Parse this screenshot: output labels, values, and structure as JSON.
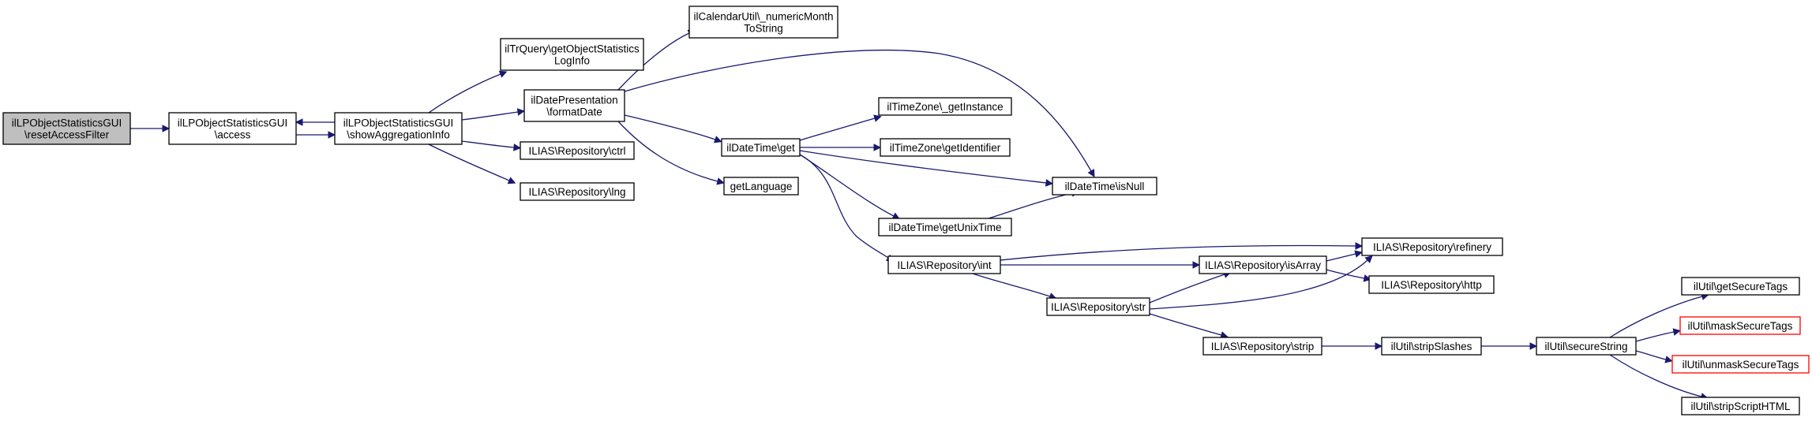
{
  "diagram": {
    "type": "call-graph",
    "colors": {
      "edge": "#191970",
      "highlight_fill": "#bfbfbf",
      "truncated_border": "#ff0000",
      "border": "#000000"
    },
    "nodes": [
      {
        "id": "resetAccessFilter",
        "lines": [
          "ilLPObjectStatisticsGUI",
          "\\resetAccessFilter"
        ],
        "style": "highlight"
      },
      {
        "id": "access",
        "lines": [
          "ilLPObjectStatisticsGUI",
          "\\access"
        ]
      },
      {
        "id": "showAggregationInfo",
        "lines": [
          "ilLPObjectStatisticsGUI",
          "\\showAggregationInfo"
        ]
      },
      {
        "id": "getObjectStatisticsLogInfo",
        "lines": [
          "ilTrQuery\\getObjectStatistics",
          "LogInfo"
        ]
      },
      {
        "id": "formatDate",
        "lines": [
          "ilDatePresentation",
          "\\formatDate"
        ]
      },
      {
        "id": "ctrl",
        "lines": [
          "ILIAS\\Repository\\ctrl"
        ]
      },
      {
        "id": "lng",
        "lines": [
          "ILIAS\\Repository\\lng"
        ]
      },
      {
        "id": "numericMonthToString",
        "lines": [
          "ilCalendarUtil\\_numericMonth",
          "ToString"
        ]
      },
      {
        "id": "dateTimeGet",
        "lines": [
          "ilDateTime\\get"
        ]
      },
      {
        "id": "getLanguage",
        "lines": [
          "getLanguage"
        ]
      },
      {
        "id": "getInstance",
        "lines": [
          "ilTimeZone\\_getInstance"
        ]
      },
      {
        "id": "getIdentifier",
        "lines": [
          "ilTimeZone\\getIdentifier"
        ]
      },
      {
        "id": "isNull",
        "lines": [
          "ilDateTime\\isNull"
        ]
      },
      {
        "id": "getUnixTime",
        "lines": [
          "ilDateTime\\getUnixTime"
        ]
      },
      {
        "id": "int",
        "lines": [
          "ILIAS\\Repository\\int"
        ]
      },
      {
        "id": "refinery",
        "lines": [
          "ILIAS\\Repository\\refinery"
        ]
      },
      {
        "id": "isArray",
        "lines": [
          "ILIAS\\Repository\\isArray"
        ]
      },
      {
        "id": "str",
        "lines": [
          "ILIAS\\Repository\\str"
        ]
      },
      {
        "id": "http",
        "lines": [
          "ILIAS\\Repository\\http"
        ]
      },
      {
        "id": "strip",
        "lines": [
          "ILIAS\\Repository\\strip"
        ]
      },
      {
        "id": "stripSlashes",
        "lines": [
          "ilUtil\\stripSlashes"
        ]
      },
      {
        "id": "secureString",
        "lines": [
          "ilUtil\\secureString"
        ]
      },
      {
        "id": "getSecureTags",
        "lines": [
          "ilUtil\\getSecureTags"
        ]
      },
      {
        "id": "maskSecureTags",
        "lines": [
          "ilUtil\\maskSecureTags"
        ],
        "style": "truncated"
      },
      {
        "id": "unmaskSecureTags",
        "lines": [
          "ilUtil\\unmaskSecureTags"
        ],
        "style": "truncated"
      },
      {
        "id": "stripScriptHTML",
        "lines": [
          "ilUtil\\stripScriptHTML"
        ]
      }
    ],
    "edges": [
      {
        "from": "resetAccessFilter",
        "to": "access"
      },
      {
        "from": "access",
        "to": "showAggregationInfo"
      },
      {
        "from": "showAggregationInfo",
        "to": "access"
      },
      {
        "from": "showAggregationInfo",
        "to": "getObjectStatisticsLogInfo"
      },
      {
        "from": "showAggregationInfo",
        "to": "formatDate"
      },
      {
        "from": "showAggregationInfo",
        "to": "ctrl"
      },
      {
        "from": "showAggregationInfo",
        "to": "lng"
      },
      {
        "from": "formatDate",
        "to": "numericMonthToString"
      },
      {
        "from": "formatDate",
        "to": "isNull"
      },
      {
        "from": "formatDate",
        "to": "dateTimeGet"
      },
      {
        "from": "formatDate",
        "to": "getLanguage"
      },
      {
        "from": "dateTimeGet",
        "to": "getInstance"
      },
      {
        "from": "dateTimeGet",
        "to": "getIdentifier"
      },
      {
        "from": "dateTimeGet",
        "to": "isNull"
      },
      {
        "from": "dateTimeGet",
        "to": "getUnixTime"
      },
      {
        "from": "dateTimeGet",
        "to": "int"
      },
      {
        "from": "getUnixTime",
        "to": "isNull"
      },
      {
        "from": "int",
        "to": "refinery"
      },
      {
        "from": "int",
        "to": "isArray"
      },
      {
        "from": "int",
        "to": "str"
      },
      {
        "from": "isArray",
        "to": "refinery"
      },
      {
        "from": "isArray",
        "to": "http"
      },
      {
        "from": "str",
        "to": "isArray"
      },
      {
        "from": "str",
        "to": "refinery"
      },
      {
        "from": "str",
        "to": "strip"
      },
      {
        "from": "strip",
        "to": "stripSlashes"
      },
      {
        "from": "stripSlashes",
        "to": "secureString"
      },
      {
        "from": "secureString",
        "to": "getSecureTags"
      },
      {
        "from": "secureString",
        "to": "maskSecureTags"
      },
      {
        "from": "secureString",
        "to": "unmaskSecureTags"
      },
      {
        "from": "secureString",
        "to": "stripScriptHTML"
      }
    ]
  }
}
